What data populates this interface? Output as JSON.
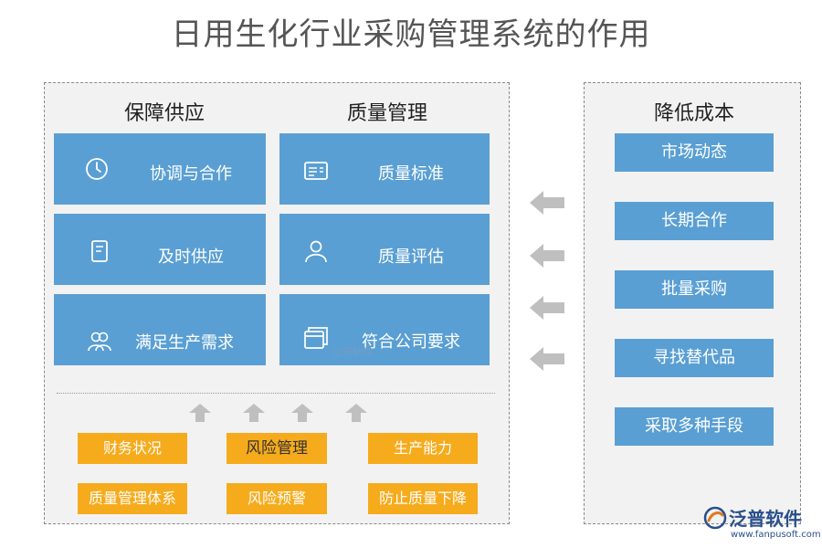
{
  "title": "日用生化行业采购管理系统的作用",
  "left_panel": {
    "heading_supply": "保障供应",
    "heading_quality": "质量管理",
    "supply_tiles": [
      {
        "label": "协调与合作",
        "icon": "clock-icon"
      },
      {
        "label": "及时供应",
        "icon": "document-icon"
      },
      {
        "label": "满足生产需求",
        "icon": "people-icon"
      }
    ],
    "quality_tiles": [
      {
        "label": "质量标准",
        "icon": "id-card-icon"
      },
      {
        "label": "质量评估",
        "icon": "person-icon"
      },
      {
        "label": "符合公司要求",
        "icon": "windows-icon"
      }
    ],
    "orange_tiles": [
      {
        "label": "财务状况"
      },
      {
        "label": "风险管理"
      },
      {
        "label": "生产能力"
      },
      {
        "label": "质量管理体系"
      },
      {
        "label": "风险预警"
      },
      {
        "label": "防止质量下降"
      }
    ]
  },
  "right_panel": {
    "heading": "降低成本",
    "tiles": [
      {
        "label": "市场动态"
      },
      {
        "label": "长期合作"
      },
      {
        "label": "批量采购"
      },
      {
        "label": "寻找替代品"
      },
      {
        "label": "采取多种手段"
      }
    ]
  },
  "brand": {
    "logo_text": "泛普软件",
    "url": "www.fanpusoft.com",
    "watermark": "泛普软件"
  },
  "colors": {
    "tile_blue": "#5a9fd3",
    "tile_orange": "#f6ab1c",
    "panel_bg": "#f2f2f2",
    "arrow_gray": "#bfbfbf"
  }
}
